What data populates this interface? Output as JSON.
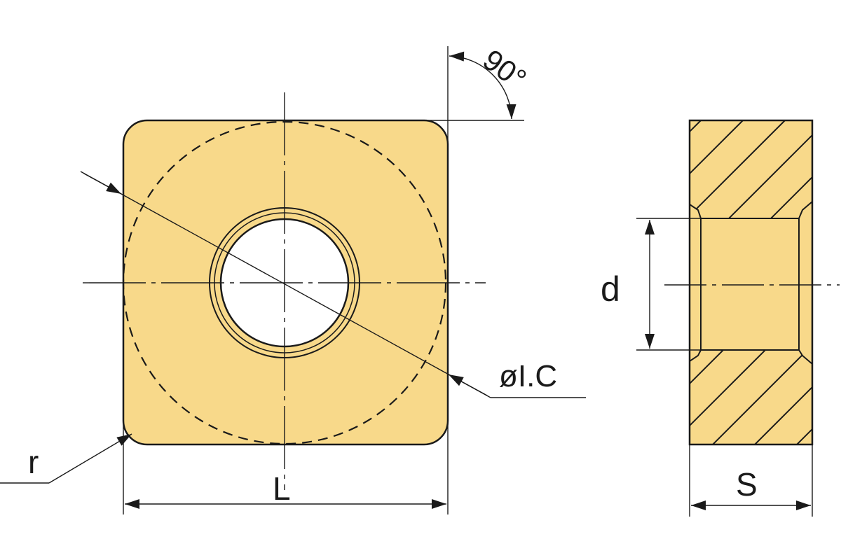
{
  "labels": {
    "angle": "90°",
    "inscribed_circle": "øI.C",
    "corner_radius": "r",
    "length": "L",
    "hole_diameter": "d",
    "thickness": "S"
  },
  "colors": {
    "insert_fill": "#f8d98a",
    "outline": "#1a1a1a",
    "hole_fill": "#ffffff",
    "background": "#ffffff"
  }
}
